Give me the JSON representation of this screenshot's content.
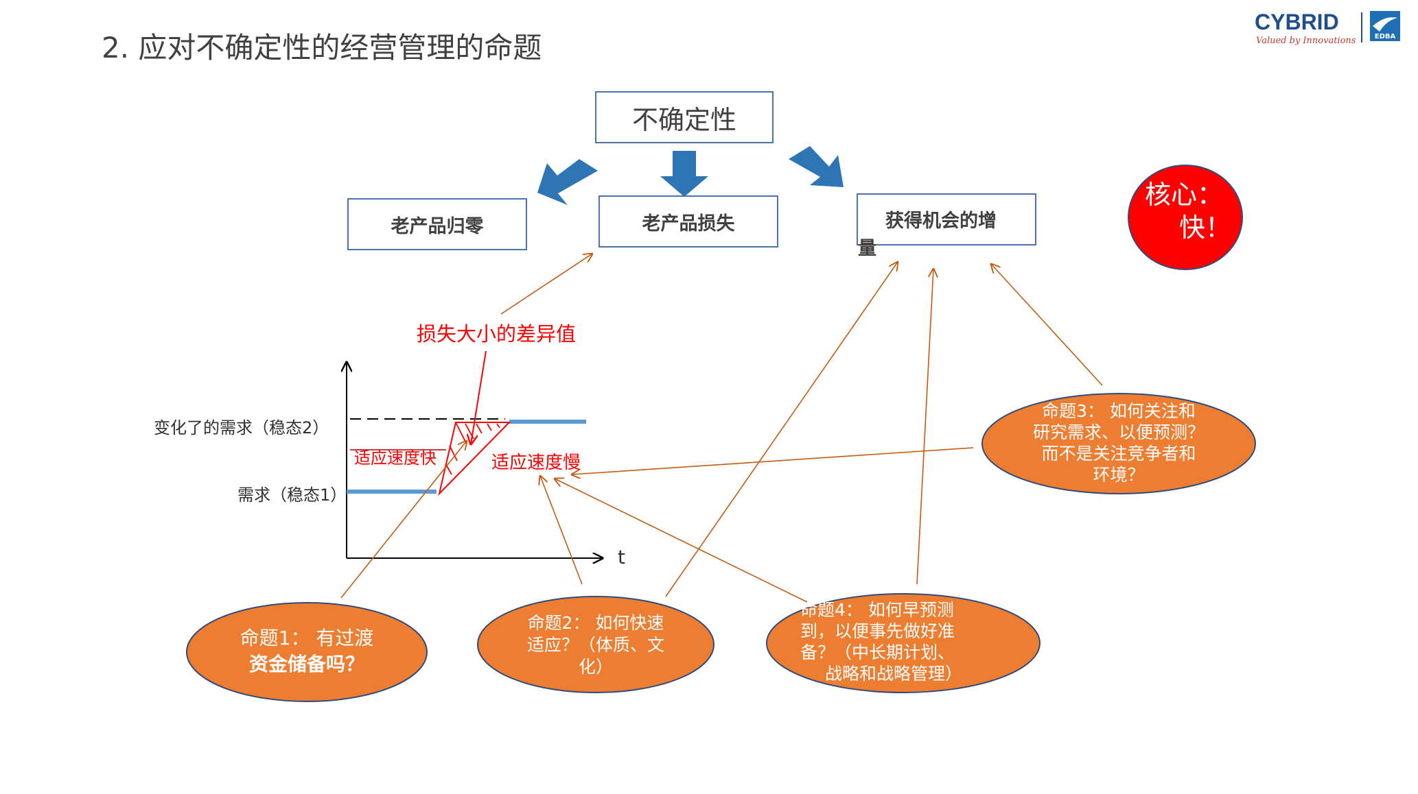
{
  "page": {
    "title": "2. 应对不确定性的经营管理的命题"
  },
  "logo": {
    "brand": "CYBRID",
    "tagline": "Valued by Innovations",
    "mark_text": "EDBA",
    "colors": {
      "brand": "#1f4e8c",
      "tagline": "#c0392b"
    }
  },
  "boxes": {
    "uncertainty": "不确定性",
    "old_product_zero": "老产品归零",
    "old_product_loss": "老产品损失",
    "opportunity_line1": "获得机会的增",
    "opportunity_line2": "量"
  },
  "core": {
    "line1": "核心：",
    "line2": "快！",
    "color": "#ff0000"
  },
  "graph": {
    "loss_label": "损失大小的差异值",
    "demand_changed": "变化了的需求（稳态2）",
    "demand_steady": "需求（稳态1）",
    "fast_adapt": "适应速度快",
    "slow_adapt": "适应速度慢",
    "axis_t": "t"
  },
  "propositions": {
    "p1": {
      "line1": "命题1：  有过渡",
      "line2": "资金储备吗？"
    },
    "p2": {
      "line1": "命题2：  如何快速",
      "line2": "适应？（体质、文",
      "line3": "化）"
    },
    "p3": {
      "line1": "命题3：  如何关注和",
      "line2": "研究需求、以便预测？",
      "line3": "而不是关注竞争者和",
      "line4": "环境？"
    },
    "p4": {
      "line1": "命题4：  如何早预测",
      "line2": "到，以便事先做好准",
      "line3": "备？（中长期计划、",
      "line4": "战略和战略管理）"
    },
    "color": "#ed7d31"
  },
  "colors": {
    "arrow_blue": "#2e75b6",
    "box_border": "#4a72b0",
    "connector": "#c55a11",
    "demand_line": "#5b9bd5",
    "hatch": "#ff0000"
  }
}
